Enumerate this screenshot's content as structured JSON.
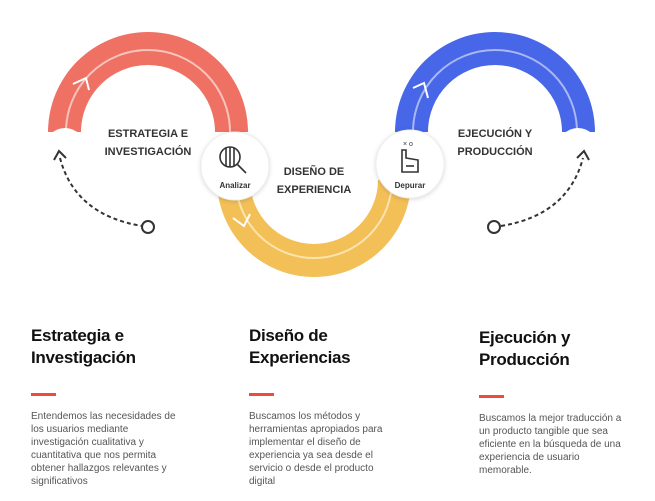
{
  "diagram": {
    "stage1": {
      "line1": "ESTRATEGIA E",
      "line2": "INVESTIGACIÓN",
      "color": "#ee7163"
    },
    "stage2": {
      "line1": "DISEÑO DE",
      "line2": "EXPERIENCIA",
      "color": "#f3bf57"
    },
    "stage3": {
      "line1": "EJECUCIÓN Y",
      "line2": "PRODUCCIÓN",
      "color": "#4766e8"
    },
    "node1": {
      "label": "Analizar",
      "icon": "magnifier-icon"
    },
    "node2": {
      "label": "Depurar",
      "icon": "hand-pointer-icon"
    }
  },
  "columns": [
    {
      "title1": "Estrategia e",
      "title2": "Investigación",
      "text": "Entendemos las necesidades de los usuarios mediante investigación cualitativa y cuantitativa que nos permita obtener hallazgos relevantes y significativos"
    },
    {
      "title1": "Diseño de",
      "title2": "Experiencias",
      "text": "Buscamos los métodos y herramientas apropiados para implementar el diseño de experiencia  ya sea desde el servicio o desde el producto digital"
    },
    {
      "title1": "Ejecución y",
      "title2": "Producción",
      "text": "Buscamos la mejor traducción a un producto tangible que sea eficiente en la búsqueda de una experiencia de usuario memorable."
    }
  ],
  "accent": "#f04a3a"
}
